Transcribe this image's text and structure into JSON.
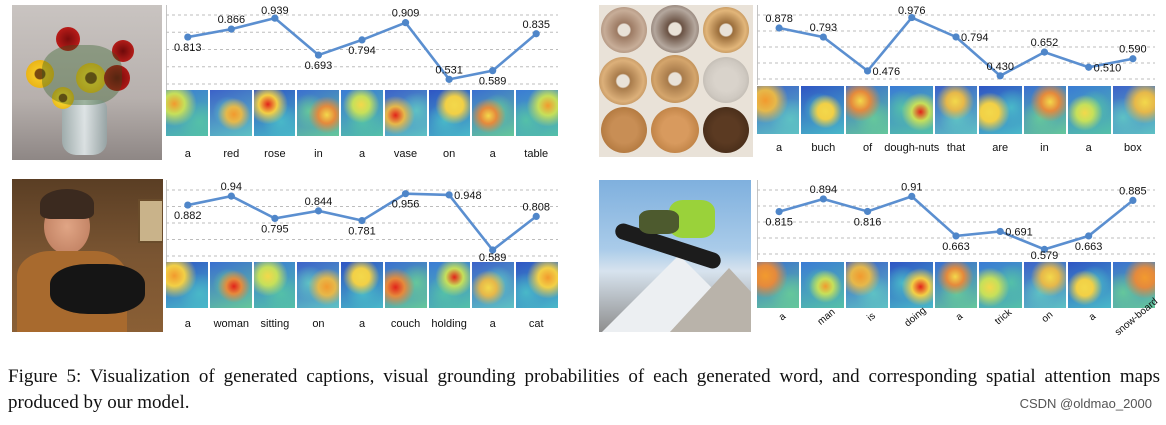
{
  "caption": "Figure 5: Visualization of generated captions, visual grounding probabilities of each generated word, and corresponding spatial attention maps produced by our model.",
  "watermark": "CSDN @oldmao_2000",
  "colors": {
    "line": "#5b8fd0",
    "marker": "#4f86c9",
    "grid": "#bdbdbd"
  },
  "chart_data": [
    {
      "type": "line",
      "scene": "flowers in vase",
      "x": [
        "a",
        "red",
        "rose",
        "in",
        "a",
        "vase",
        "on",
        "a",
        "table"
      ],
      "values": [
        0.813,
        0.866,
        0.939,
        0.693,
        0.794,
        0.909,
        0.531,
        0.589,
        0.835
      ],
      "labels": [
        "0.813",
        "0.866",
        "0.939",
        "0.693",
        "0.794",
        "0.909",
        "0.531",
        "0.589",
        "0.835"
      ],
      "label_pos": [
        "below",
        "above",
        "above",
        "below",
        "below",
        "above",
        "above",
        "below",
        "above"
      ],
      "ylim": [
        0.5,
        0.96
      ],
      "grid": true
    },
    {
      "type": "line",
      "scene": "box of doughnuts",
      "x": [
        "a",
        "buch",
        "of",
        "dough-nuts",
        "that",
        "are",
        "in",
        "a",
        "box"
      ],
      "values": [
        0.878,
        0.793,
        0.476,
        0.976,
        0.794,
        0.43,
        0.652,
        0.51,
        0.59
      ],
      "labels": [
        "0.878",
        "0.793",
        "0.476",
        "0.976",
        "0.794",
        "0.430",
        "0.652",
        "0.510",
        "0.590"
      ],
      "label_pos": [
        "above",
        "above",
        "right",
        "above",
        "right",
        "above",
        "above",
        "right",
        "above"
      ],
      "ylim": [
        0.4,
        1.0
      ],
      "grid": true
    },
    {
      "type": "line",
      "scene": "woman with cat",
      "x": [
        "a",
        "woman",
        "sitting",
        "on",
        "a",
        "couch",
        "holding",
        "a",
        "cat"
      ],
      "values": [
        0.882,
        0.94,
        0.795,
        0.844,
        0.781,
        0.956,
        0.948,
        0.589,
        0.808
      ],
      "labels": [
        "0.882",
        "0.94",
        "0.795",
        "0.844",
        "0.781",
        "0.956",
        "0.948",
        "0.589",
        "0.808"
      ],
      "label_pos": [
        "below",
        "above",
        "below",
        "above",
        "below",
        "below",
        "right",
        "below",
        "above"
      ],
      "ylim": [
        0.55,
        0.98
      ],
      "grid": true
    },
    {
      "type": "line",
      "scene": "snowboarder",
      "x": [
        "a",
        "man",
        "is",
        "doing",
        "a",
        "trick",
        "on",
        "a",
        "snow-board"
      ],
      "values": [
        0.815,
        0.894,
        0.816,
        0.91,
        0.663,
        0.691,
        0.579,
        0.663,
        0.885
      ],
      "labels": [
        "0.815",
        "0.894",
        "0.816",
        "0.91",
        "0.663",
        "0.691",
        "0.579",
        "0.663",
        "0.885"
      ],
      "label_pos": [
        "below",
        "above",
        "below",
        "above",
        "below",
        "right",
        "below",
        "below",
        "above"
      ],
      "ylim": [
        0.55,
        0.95
      ],
      "grid": true,
      "rotated_words": true
    }
  ]
}
